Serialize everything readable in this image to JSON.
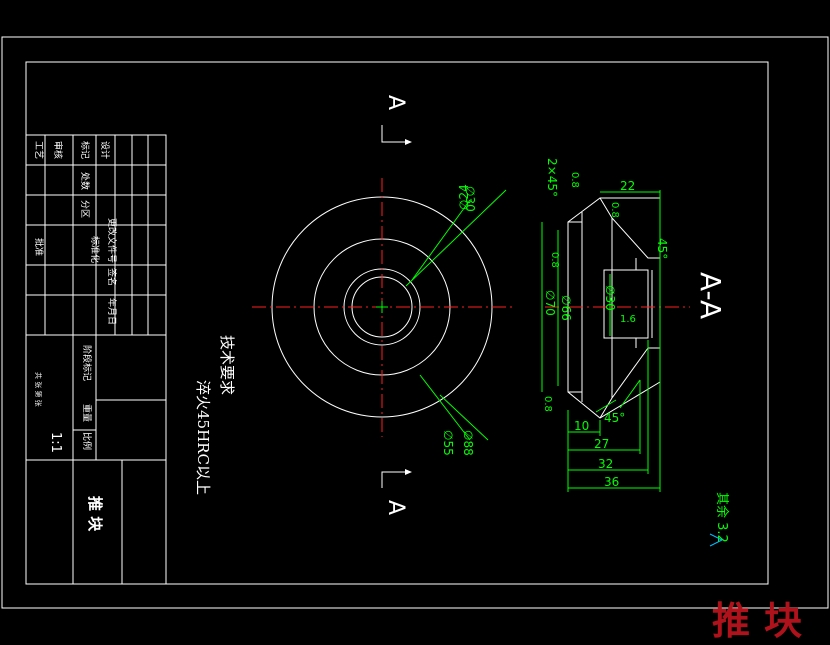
{
  "title_block": {
    "row1": [
      "标记",
      "处数",
      "分区",
      "更改文件号",
      "签名",
      "年月日"
    ],
    "row2": [
      "设计",
      "标准化"
    ],
    "row3": [
      "审核"
    ],
    "row4": [
      "工艺",
      "批准"
    ],
    "stage": "阶段标记",
    "weight": "重量",
    "scale_label": "比例",
    "scale": "1:1",
    "sheet": "共 张  第 张",
    "part_name": "推 块"
  },
  "tech_req": {
    "heading": "技术要求",
    "line1": "淬火45HRC以上"
  },
  "section_marks": {
    "top": "A",
    "bottom": "A",
    "view_title": "A-A"
  },
  "front_view": {
    "dims": [
      "∅30",
      "∅24",
      "∅55",
      "∅88"
    ]
  },
  "section_view": {
    "dims": [
      "2×45°",
      "0.8",
      "22",
      "0.8",
      "45°",
      "0.8",
      "∅66",
      "∅70",
      "∅30",
      "1.6",
      "0.8",
      "10",
      "45°",
      "27",
      "32",
      "36"
    ]
  },
  "roughness_note": "其余 3.2",
  "bottom_title": "推块",
  "colors": {
    "frame": "#ffffff",
    "center": "#ff2020",
    "dim": "#00ff00",
    "sym": "#00bfff",
    "stamp": "#b0121b"
  }
}
